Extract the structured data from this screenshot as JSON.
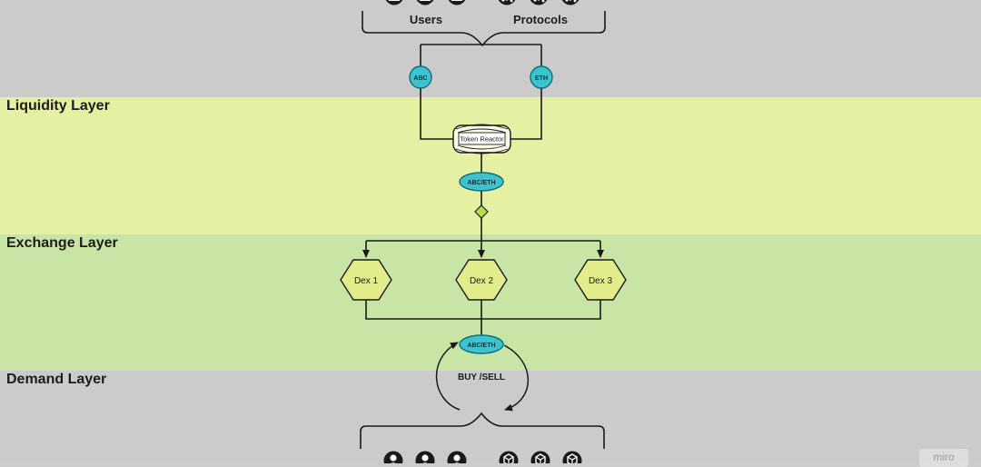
{
  "layers": {
    "liquidity": "Liquidity Layer",
    "exchange": "Exchange Layer",
    "demand": "Demand Layer"
  },
  "top_group": {
    "users_label": "Users",
    "protocols_label": "Protocols"
  },
  "tokens": {
    "abc": "ABC",
    "eth": "ETH",
    "pair_top": "ABC/ETH",
    "pair_bottom": "ABC/ETH"
  },
  "reactor": {
    "label": "Token Reactor"
  },
  "dexes": [
    "Dex 1",
    "Dex 2",
    "Dex 3"
  ],
  "action_label": "BUY /SELL",
  "watermark": "miro",
  "colors": {
    "token_fill": "#3cc3cf",
    "token_stroke": "#0e6f7a",
    "hex_fill": "#e2ec8b",
    "diamond_fill": "#b4e04a",
    "line": "#1a1a1a"
  },
  "icons": {
    "user": "person-icon",
    "protocol": "protocol-icon"
  }
}
